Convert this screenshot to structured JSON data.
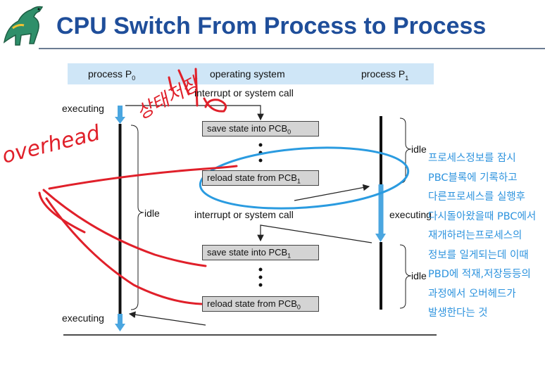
{
  "title": "CPU Switch From Process to Process",
  "columns": {
    "process_left": {
      "label": "process P",
      "subscript": "0"
    },
    "os": {
      "label": "operating system"
    },
    "process_right": {
      "label": "process P",
      "subscript": "1"
    }
  },
  "labels": {
    "interrupt_1": "interrupt or system call",
    "interrupt_2": "interrupt or system call",
    "executing_left_top": "executing",
    "executing_left_bottom": "executing",
    "executing_right": "executing",
    "idle_left": "idle",
    "idle_right_top": "idle",
    "idle_right_bottom": "idle"
  },
  "boxes": [
    {
      "text": "save state into PCB",
      "subscript": "0"
    },
    {
      "text": "reload state from PCB",
      "subscript": "1"
    },
    {
      "text": "save state into PCB",
      "subscript": "1"
    },
    {
      "text": "reload state from PCB",
      "subscript": "0"
    }
  ],
  "annotations": {
    "handwritten_left": "overhead",
    "handwritten_top": "상태저장",
    "note": "프로세스정보를 잠시 PBC블록에 기록하고 다른프로세스를 실행후 다시돌아왔을때 PBC에서 재개하려는프로세스의 정보를 일게되는데 이때 PBD에 적재,저장등등의 과정에서 오버헤드가 발생한다는 것"
  },
  "colors": {
    "title": "#1f4e9a",
    "header_band": "#cfe6f7",
    "note_text": "#2d93de",
    "pen_red": "#e0202a",
    "pen_blue": "#2a9be0",
    "exec_arrow": "#4aa6e0"
  }
}
